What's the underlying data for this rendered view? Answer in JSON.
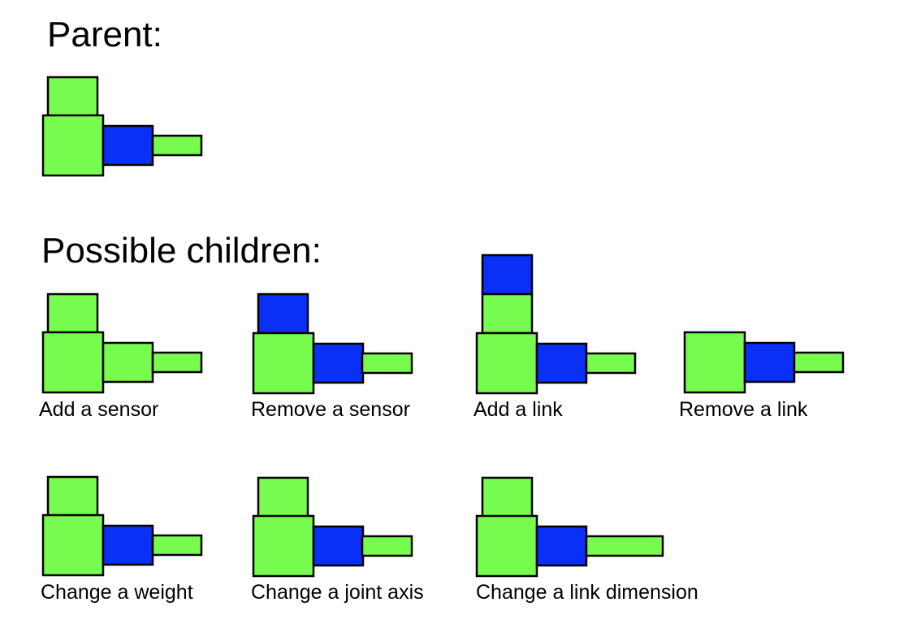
{
  "headings": {
    "parent": "Parent:",
    "children": "Possible children:"
  },
  "colors": {
    "link": "#77fb4f",
    "sensor": "#0a2ff5",
    "outline": "#000000",
    "background": "#ffffff"
  },
  "parts": {
    "link": "link-block",
    "sensor": "sensor-block"
  },
  "parent": {
    "name": "parent-robot"
  },
  "children": [
    {
      "name": "child-add-sensor",
      "caption": "Add a sensor"
    },
    {
      "name": "child-remove-sensor",
      "caption": "Remove a sensor"
    },
    {
      "name": "child-add-link",
      "caption": "Add a link"
    },
    {
      "name": "child-remove-link",
      "caption": "Remove a link"
    },
    {
      "name": "child-change-weight",
      "caption": "Change a weight"
    },
    {
      "name": "child-change-joint-axis",
      "caption": "Change a joint axis"
    },
    {
      "name": "child-change-link-dimension",
      "caption": "Change a link dimension"
    }
  ]
}
